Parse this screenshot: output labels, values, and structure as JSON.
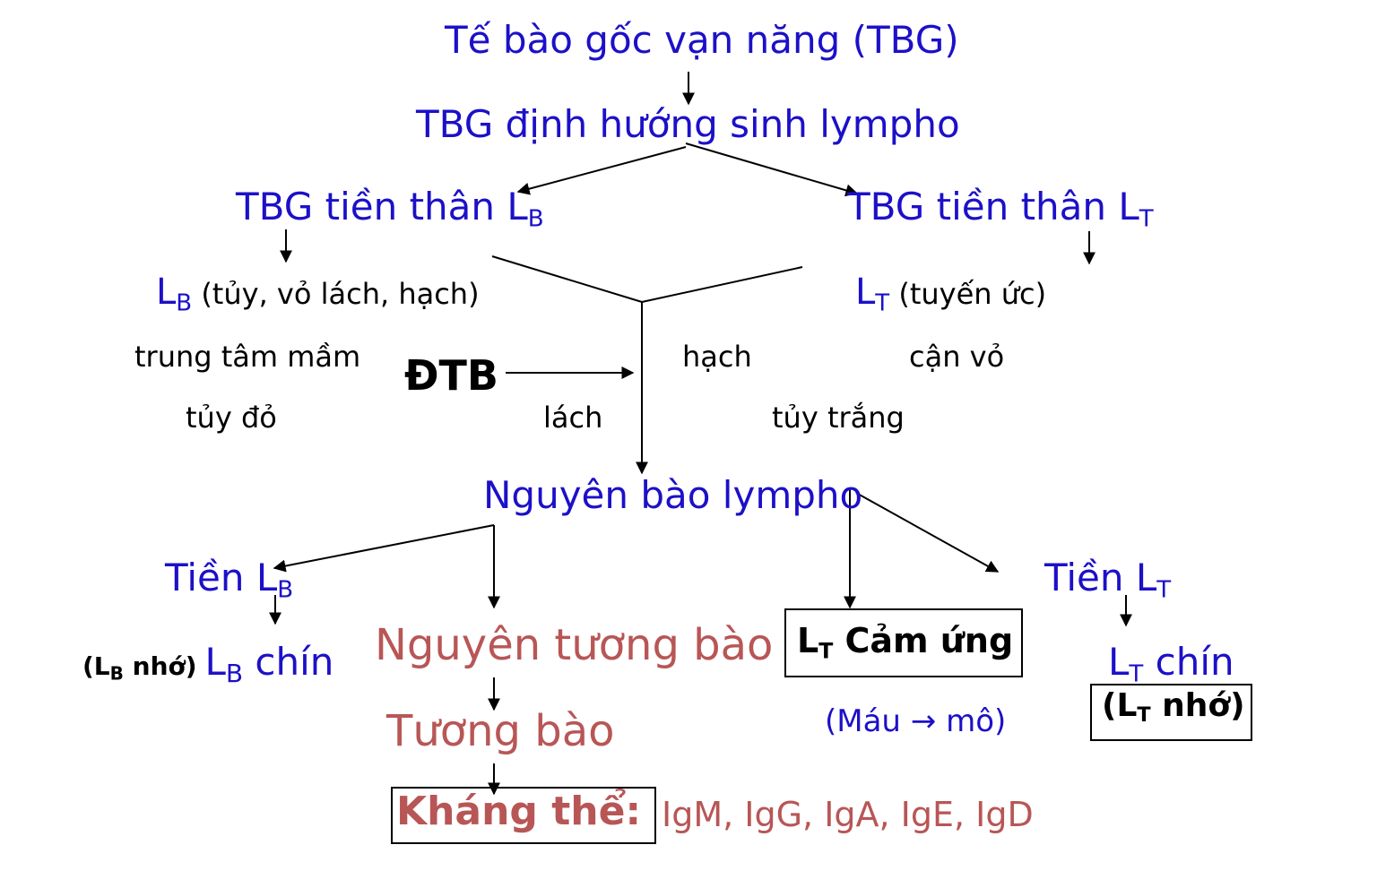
{
  "colors": {
    "blue": "#1c10c8",
    "red": "#b85656",
    "black": "#000000"
  },
  "nodes": {
    "pluripotent_stem_cell": "Tế bào gốc vạn năng (TBG)",
    "lymphoid_stem_cell": "TBG định hướng sinh lympho",
    "progenitor_b": {
      "main": "TBG tiền thân L",
      "sub": "B"
    },
    "progenitor_t": {
      "main": "TBG tiền thân L",
      "sub": "T"
    },
    "lb_sources": {
      "main": "L",
      "sub": "B",
      "rest": " (tủy, vỏ lách, hạch)"
    },
    "lt_sources": {
      "main": "L",
      "sub": "T",
      "rest": " (tuyến ức)"
    },
    "germinal_center": "trung tâm mầm",
    "red_pulp": "tủy đỏ",
    "antigen": "ĐTB",
    "spleen": "lách",
    "node": "hạch",
    "white_pulp": "tủy trắng",
    "paracortex": "cận vỏ",
    "lymphoblast": "Nguyên bào lympho",
    "pre_b": {
      "main": "Tiền L",
      "sub": "B"
    },
    "pre_t": {
      "main": "Tiền L",
      "sub": "T"
    },
    "plasmablast": "Nguyên tương bào",
    "plasma_cell": "Tương bào",
    "mature_b": {
      "memory_open": "(L",
      "memory_sub": "B",
      "memory_close": " nhớ)",
      "main": "L",
      "sub": "B",
      "rest": " chín"
    },
    "lt_induced": {
      "main": "L",
      "sub": "T",
      "rest": " Cảm ứng"
    },
    "blood_tissue": "(Máu → mô)",
    "mature_t": {
      "main": "L",
      "sub": "T",
      "rest": " chín"
    },
    "memory_t": {
      "open": "(L",
      "sub": "T",
      "close": " nhớ)"
    },
    "antibody_label": "Kháng thể:",
    "antibody_list": "IgM, IgG, IgA, IgE, IgD"
  }
}
